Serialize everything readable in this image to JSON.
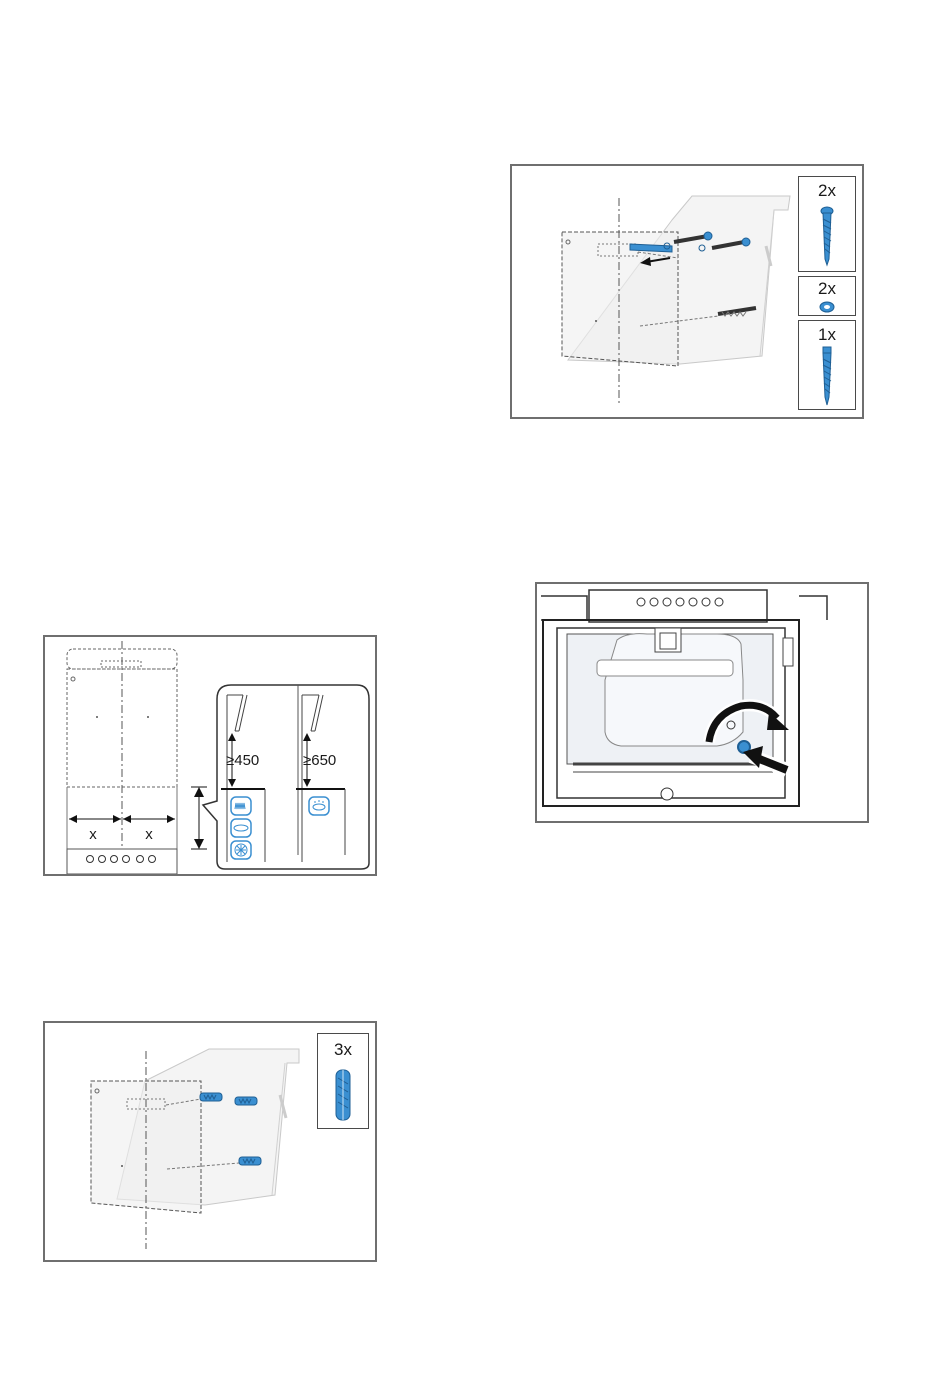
{
  "figure_wall_anchors": {
    "qty": "3x"
  },
  "figure_clearance": {
    "x_left": "x",
    "x_right": "x",
    "min_electric": "≥450",
    "min_gas": "≥650"
  },
  "figure_screws": {
    "qty_screws_top": "2x",
    "qty_washers": "2x",
    "qty_screw_bottom": "1x"
  },
  "colors": {
    "frame": "#6f6f6f",
    "accent_blue": "#3a8fd1",
    "tile_fill": "#eef1f5"
  }
}
